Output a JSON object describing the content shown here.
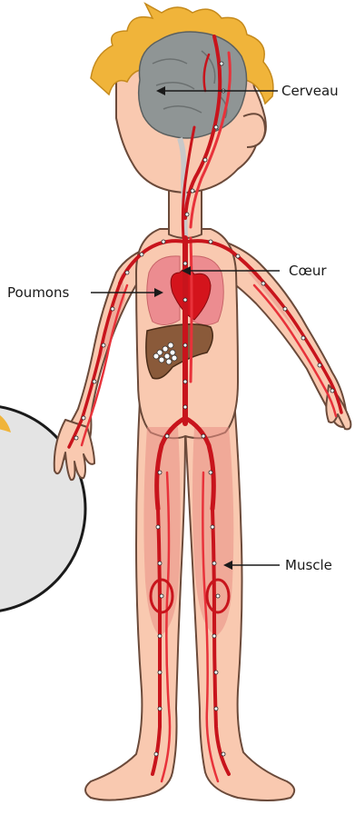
{
  "labels": {
    "brain": "Cerveau",
    "heart": "Cœur",
    "lungs": "Poumons",
    "muscle": "Muscle"
  },
  "colors": {
    "skin": "#f9c9b0",
    "skin_outline": "#6b4a3a",
    "hair": "#f0b43a",
    "brain": "#8f9595",
    "vessel": "#c8141c",
    "vessel_light": "#e8323a",
    "muscle_tint": "#e98f86",
    "lung": "#ec8c90",
    "liver": "#8a5a3a",
    "inset_fill": "#e4e4e4",
    "label_text": "#1a1a1a"
  }
}
